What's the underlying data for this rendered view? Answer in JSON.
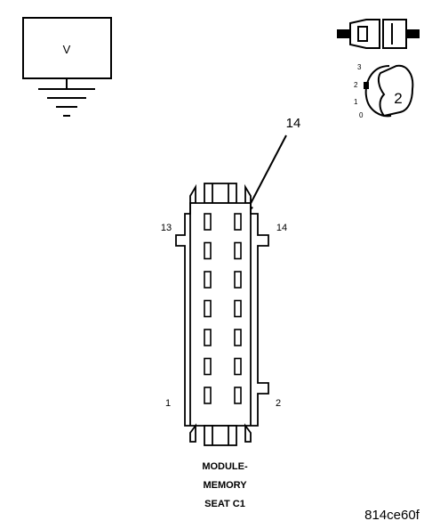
{
  "meter": {
    "label": "V"
  },
  "callout": {
    "pin": "14"
  },
  "connector": {
    "pin_labels": {
      "top_left": "13",
      "top_right": "14",
      "bottom_left": "1",
      "bottom_right": "2"
    },
    "caption": [
      "MODULE-",
      "MEMORY",
      "SEAT C1"
    ]
  },
  "legend": {
    "position_scale": [
      "3",
      "2",
      "1",
      "0"
    ],
    "key_number": "2"
  },
  "figure_id": "814ce60f"
}
